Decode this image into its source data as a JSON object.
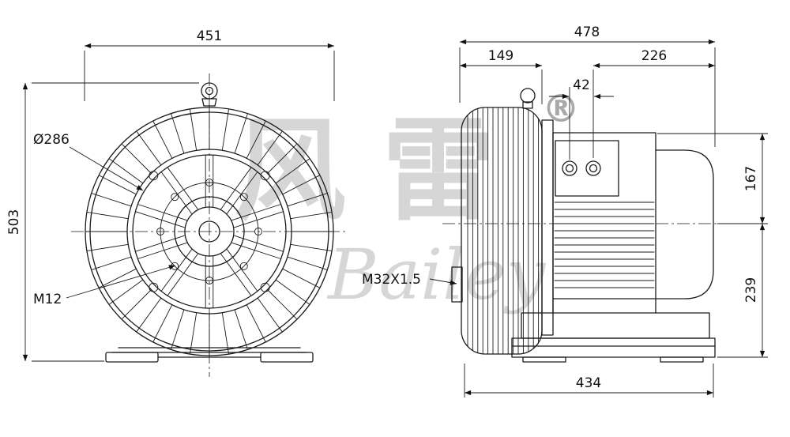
{
  "watermark": {
    "cn": "风雷",
    "latin": "Bailey",
    "registered": "®"
  },
  "front_view": {
    "dim_width": "451",
    "dim_height": "503",
    "dim_diameter": "Ø286",
    "dim_bolt_thread": "M12"
  },
  "side_view": {
    "dim_total_width": "478",
    "dim_housing_width": "149",
    "dim_motor_width": "226",
    "dim_gland_spacing": "42",
    "dim_axis_to_top": "167",
    "dim_axis_to_base": "239",
    "dim_base_width": "434",
    "label_inlet_thread": "M32X1.5"
  },
  "colors": {
    "line": "#1a1a1a",
    "watermark": "#d6d6d6"
  }
}
